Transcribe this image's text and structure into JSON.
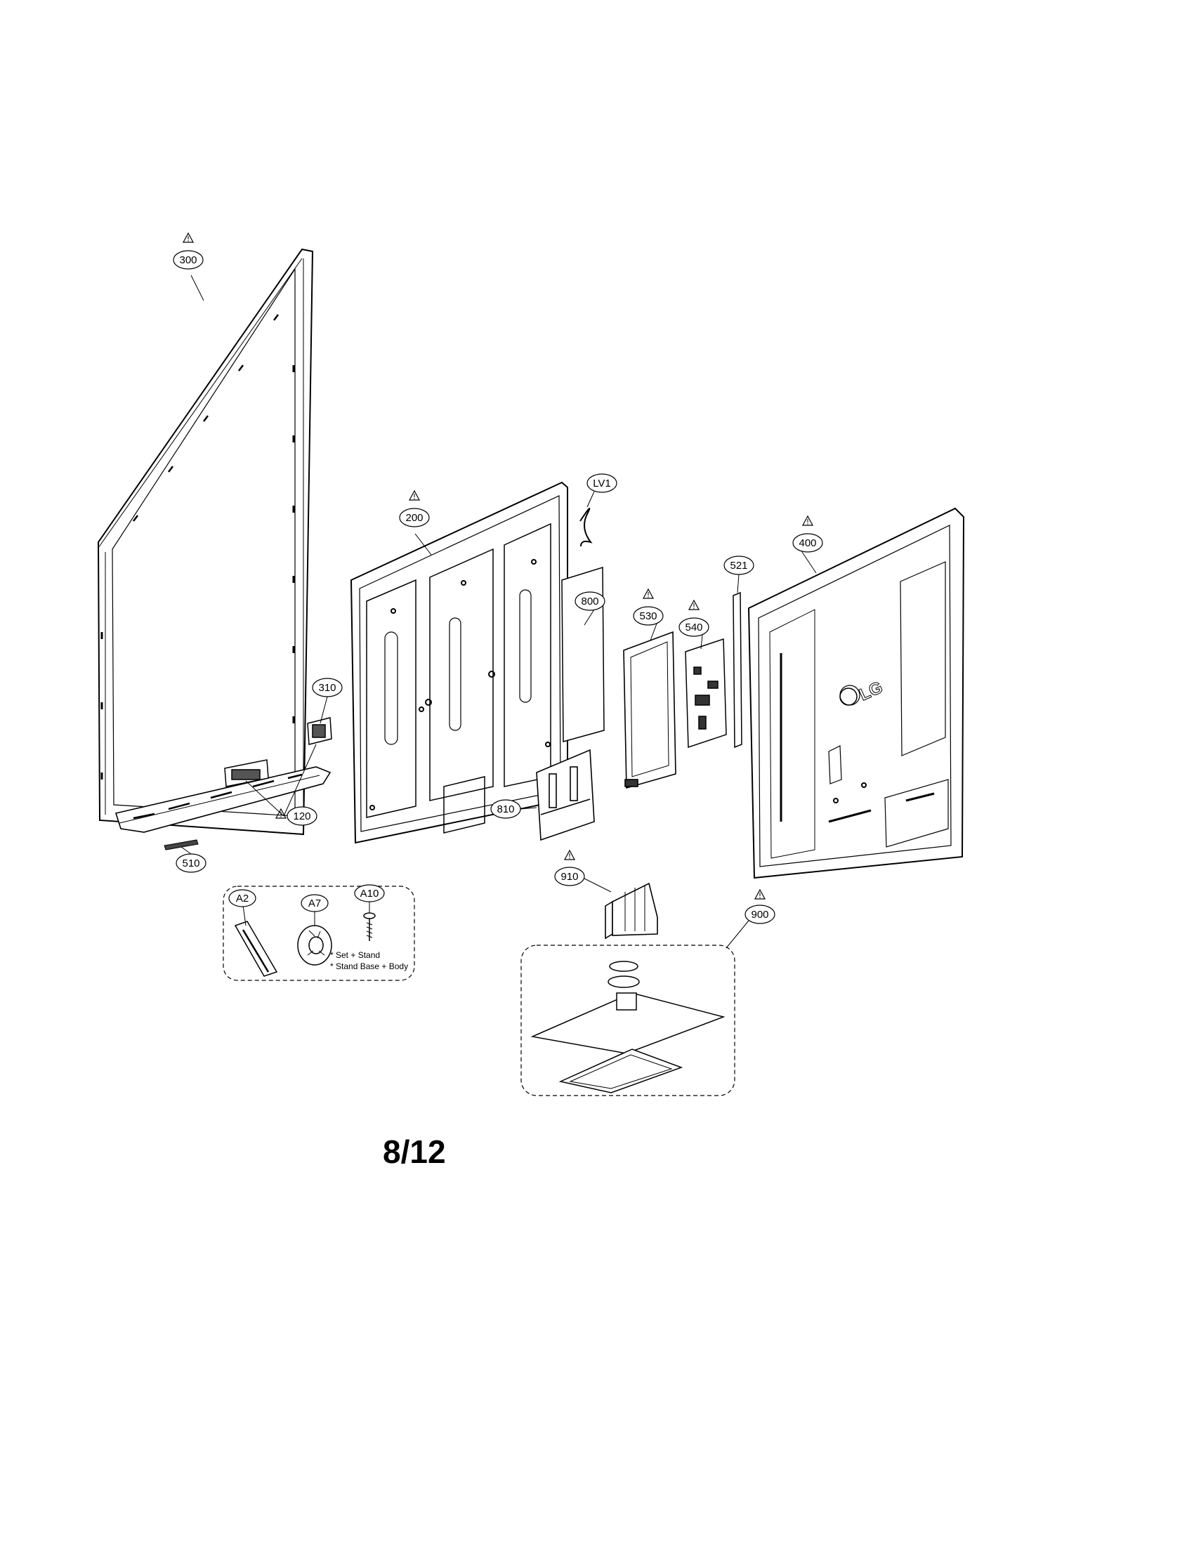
{
  "diagram": {
    "callouts": {
      "c300": "300",
      "c200": "200",
      "cLV1": "LV1",
      "c800": "800",
      "c530": "530",
      "c540": "540",
      "c521": "521",
      "c400": "400",
      "c310": "310",
      "c120": "120",
      "c510": "510",
      "c810": "810",
      "c910": "910",
      "c900": "900",
      "cA2": "A2",
      "cA7": "A7",
      "cA10": "A10"
    },
    "accessory_notes": {
      "line1": "* Set + Stand",
      "line2": "* Stand Base + Body"
    },
    "logo_text": "LG",
    "page_number": "8/12"
  }
}
